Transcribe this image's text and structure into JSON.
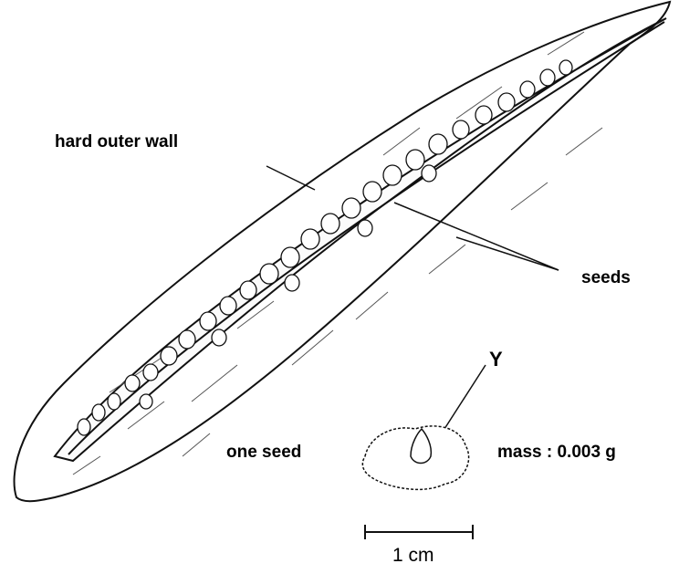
{
  "labels": {
    "outer_wall": "hard outer wall",
    "seeds": "seeds",
    "one_seed": "one seed",
    "mass": "mass : 0.003 g",
    "marker_y": "Y",
    "scale": "1 cm"
  }
}
